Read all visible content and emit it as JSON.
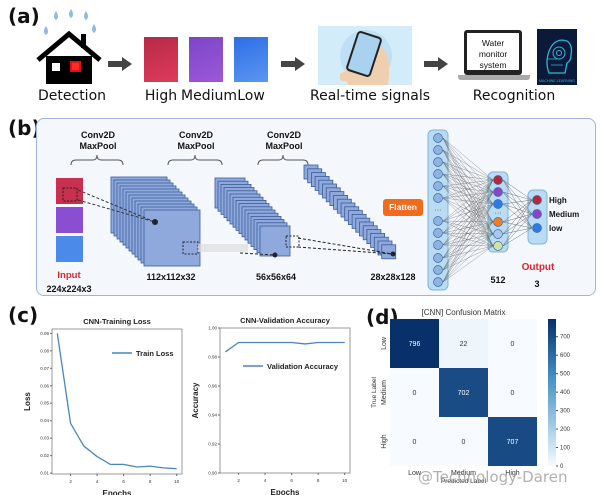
{
  "panel_a": {
    "label": "(a)",
    "steps": [
      {
        "caption": "Detection",
        "icon": "house-rain-icon"
      },
      {
        "caption": "Real-time signals",
        "icon": "phone-hand-icon"
      },
      {
        "caption": "Recognition",
        "icon": "laptop-ai-icon"
      }
    ],
    "levels": [
      {
        "label": "High",
        "color": "#d63a5a"
      },
      {
        "label": "Medium",
        "color": "#8a4fd0"
      },
      {
        "label": "Low",
        "color": "#3b7de8"
      }
    ],
    "laptop_text_line1": "Water monitor",
    "laptop_text_line2": "system",
    "ai_badge_text": "MACHINE LEARNING"
  },
  "panel_b": {
    "label": "(b)",
    "conv_blocks": [
      {
        "line1": "Conv2D",
        "line2": "MaxPool"
      },
      {
        "line1": "Conv2D",
        "line2": "MaxPool"
      },
      {
        "line1": "Conv2D",
        "line2": "MaxPool"
      }
    ],
    "input_label": "Input",
    "input_dims": "224x224x3",
    "feature_maps": [
      "112x112x32",
      "56x56x64",
      "28x28x128"
    ],
    "flatten_label": "Flatten",
    "dense_units": "512",
    "output_label": "Output",
    "output_units": "3",
    "output_classes": [
      {
        "label": "High",
        "color": "#b3283a"
      },
      {
        "label": "Medium",
        "color": "#8a44c8"
      },
      {
        "label": "low",
        "color": "#2f7ae0"
      }
    ],
    "accent_colors": {
      "input_label": "#e0242c",
      "flatten_bg": "#f26b1d",
      "map_fill": "#8fa9dc",
      "map_stroke": "#3a5a9c"
    }
  },
  "panel_c": {
    "label": "(c)"
  },
  "panel_d": {
    "label": "(d)"
  },
  "watermark": "@Technology-Daren",
  "chart_data": [
    {
      "type": "line",
      "title": "CNN-Training Loss",
      "xlabel": "Epochs",
      "ylabel": "Loss",
      "x": [
        1,
        2,
        3,
        4,
        5,
        6,
        7,
        8,
        9,
        10
      ],
      "series": [
        {
          "name": "Train Loss",
          "values": [
            0.09,
            0.0385,
            0.0255,
            0.0195,
            0.015,
            0.015,
            0.0135,
            0.014,
            0.013,
            0.0125
          ],
          "color": "#4a86b8"
        }
      ],
      "xticks": [
        "2",
        "4",
        "6",
        "8",
        "10"
      ],
      "yticks": [
        "0.01",
        "0.02",
        "0.03",
        "0.04",
        "0.05",
        "0.06",
        "0.07",
        "0.08",
        "0.09"
      ],
      "xlim": [
        0.6,
        10.4
      ],
      "ylim": [
        0.0095,
        0.0925
      ],
      "legend": "top-right",
      "grid": false
    },
    {
      "type": "line",
      "title": "CNN-Validation Accuracy",
      "xlabel": "Epochs",
      "ylabel": "Accuracy",
      "x": [
        1,
        2,
        3,
        4,
        5,
        6,
        7,
        8,
        9,
        10
      ],
      "series": [
        {
          "name": "Validation Accuracy",
          "values": [
            0.9835,
            0.99,
            0.99,
            0.99,
            0.99,
            0.99,
            0.989,
            0.99,
            0.99,
            0.99
          ],
          "color": "#4a86b8"
        }
      ],
      "xticks": [
        "2",
        "4",
        "6",
        "8",
        "10"
      ],
      "yticks": [
        "0.90",
        "0.92",
        "0.94",
        "0.96",
        "0.98",
        "1.00"
      ],
      "xlim": [
        0.6,
        10.4
      ],
      "ylim": [
        0.9,
        1.0
      ],
      "legend": "top-right",
      "grid": false
    },
    {
      "type": "heatmap",
      "title": "[CNN] Confusion Matrix",
      "xlabel": "Predicted Label",
      "ylabel": "True Label",
      "row_labels": [
        "Low",
        "Medium",
        "High"
      ],
      "col_labels": [
        "Low",
        "Medium",
        "High"
      ],
      "values": [
        [
          796,
          22,
          0
        ],
        [
          0,
          702,
          0
        ],
        [
          0,
          0,
          707
        ]
      ],
      "colorbar_ticks": [
        "0",
        "100",
        "200",
        "300",
        "400",
        "500",
        "600",
        "700"
      ],
      "colorbar_range": [
        0,
        796
      ],
      "colormap": "Blues"
    }
  ]
}
